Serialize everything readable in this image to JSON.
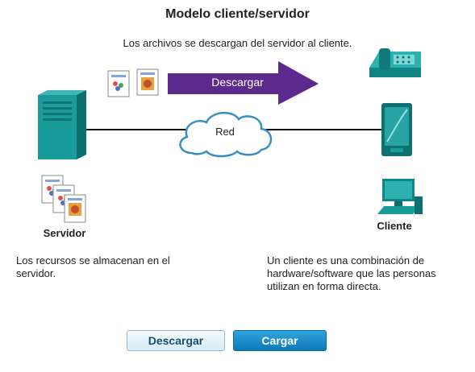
{
  "title": "Modelo cliente/servidor",
  "subtitle": "Los archivos se descargan del servidor al cliente.",
  "arrow_label": "Descargar",
  "cloud_label": "Red",
  "server_label": "Servidor",
  "client_label": "Cliente",
  "server_caption": "Los recursos se almacenan en el servidor.",
  "client_caption": "Un cliente es una combinación de hardware/software que las personas utilizan en forma directa.",
  "buttons": {
    "download": "Descargar",
    "upload": "Cargar"
  },
  "colors": {
    "device_teal": "#1a9b9b",
    "arrow_purple": "#5c2a8c",
    "upload_blue": "#1187c9"
  },
  "icons": [
    "server-icon",
    "document-icon",
    "ip-phone-icon",
    "tablet-icon",
    "desktop-pc-icon",
    "cloud-icon"
  ]
}
